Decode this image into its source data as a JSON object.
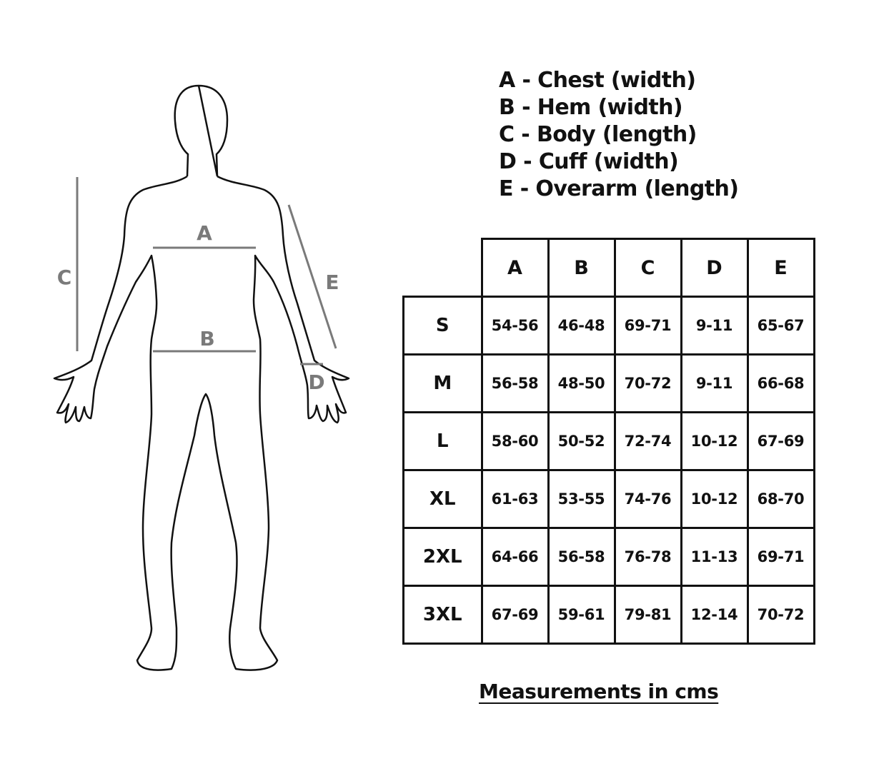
{
  "figure": {
    "labels": {
      "a": "A",
      "b": "B",
      "c": "C",
      "d": "D",
      "e": "E"
    },
    "outline_color": "#111111",
    "dimension_line_color": "#7a7a7a"
  },
  "legend": {
    "items": [
      "A - Chest (width)",
      "B - Hem (width)",
      "C - Body (length)",
      "D - Cuff (width)",
      "E - Overarm (length)"
    ]
  },
  "table": {
    "columns": [
      "A",
      "B",
      "C",
      "D",
      "E"
    ],
    "rows": [
      {
        "size": "S",
        "values": [
          "54-56",
          "46-48",
          "69-71",
          "9-11",
          "65-67"
        ]
      },
      {
        "size": "M",
        "values": [
          "56-58",
          "48-50",
          "70-72",
          "9-11",
          "66-68"
        ]
      },
      {
        "size": "L",
        "values": [
          "58-60",
          "50-52",
          "72-74",
          "10-12",
          "67-69"
        ]
      },
      {
        "size": "XL",
        "values": [
          "61-63",
          "53-55",
          "74-76",
          "10-12",
          "68-70"
        ]
      },
      {
        "size": "2XL",
        "values": [
          "64-66",
          "56-58",
          "76-78",
          "11-13",
          "69-71"
        ]
      },
      {
        "size": "3XL",
        "values": [
          "67-69",
          "59-61",
          "79-81",
          "12-14",
          "70-72"
        ]
      }
    ]
  },
  "footnote": "Measurements in cms"
}
